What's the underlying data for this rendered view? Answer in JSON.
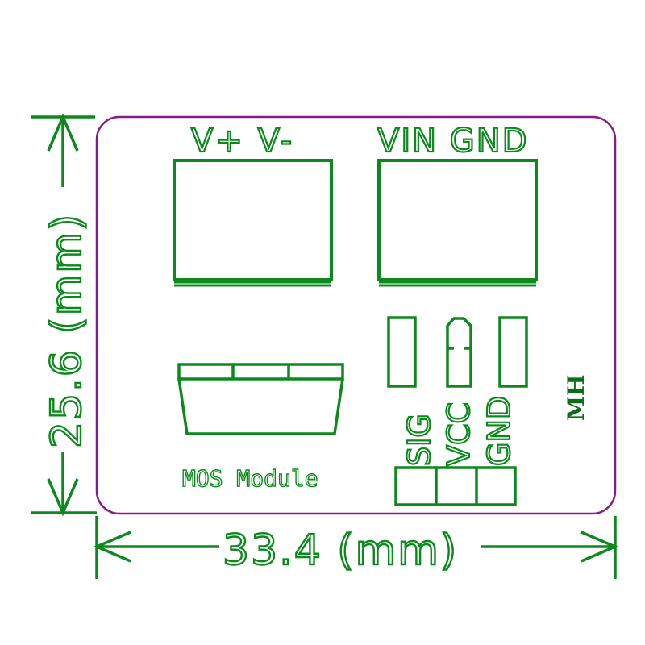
{
  "colors": {
    "silkscreen": "#0b8a1c",
    "board_outline": "#8a1a8a",
    "background": "#ffffff",
    "mh_label": "#0a6e16"
  },
  "terminals": {
    "left_labels": "V+ V-",
    "right_labels": "VIN GND"
  },
  "header": {
    "pin_labels": [
      "SIG",
      "VCC",
      "GND"
    ]
  },
  "module_label": "MOS Module",
  "mark_label": "MH",
  "dimensions": {
    "width_label": "33.4 (mm)",
    "height_label": "25.6 (mm)"
  }
}
